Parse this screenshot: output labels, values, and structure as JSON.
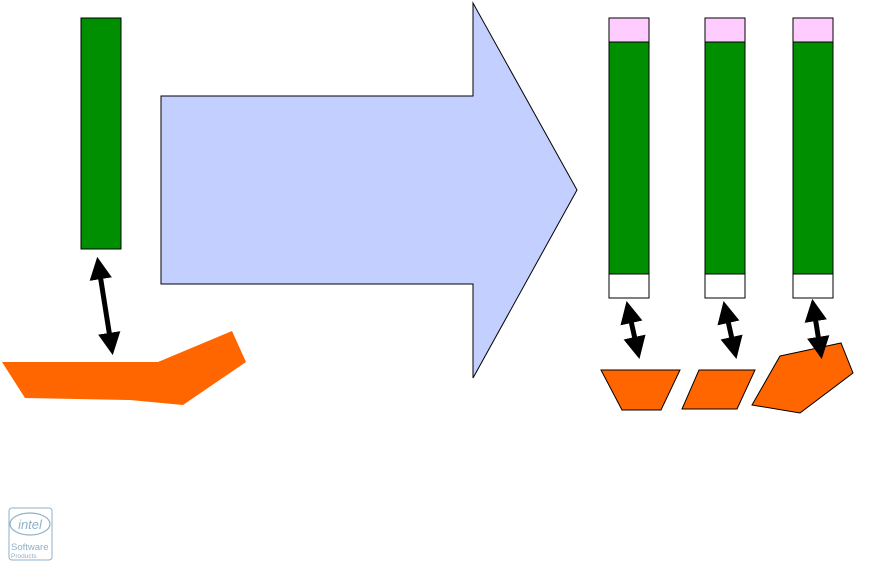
{
  "colors": {
    "bar": "#008f00",
    "cap": "#ffccff",
    "foot": "#ffffff",
    "piece": "#ff6600",
    "arrow_fill": "#c3d0ff",
    "stroke": "#000000",
    "logo": "#8fb0c8"
  },
  "logo": {
    "brand": "intel",
    "line1": "Software",
    "line2": "Products"
  },
  "icons": [
    "double-arrow-icon",
    "big-right-arrow-icon",
    "intel-logo-icon"
  ]
}
